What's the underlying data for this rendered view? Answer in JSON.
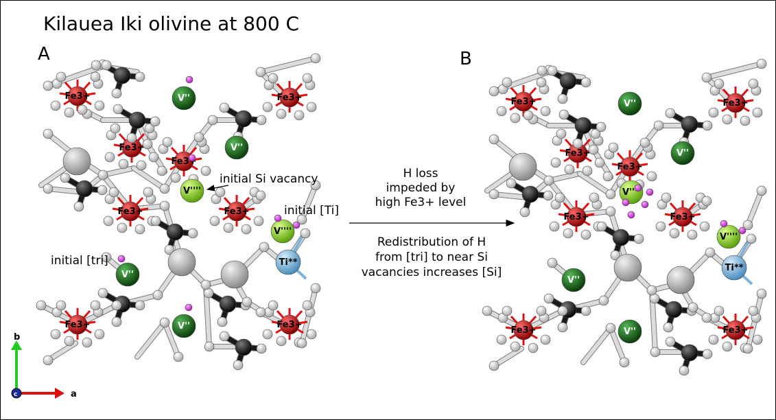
{
  "title": "Kilauea Iki olivine at 800 C",
  "panels": [
    {
      "letter": "A"
    },
    {
      "letter": "B"
    }
  ],
  "annotations": {
    "si_vacancy": "initial Si vacancy",
    "ti": "initial [Ti]",
    "tri": "initial [tri]"
  },
  "arrow_text": {
    "top": [
      "H loss",
      "impeded by",
      "high Fe3+ level"
    ],
    "bottom": [
      "Redistribution of H",
      "from [tri] to near Si",
      "vacancies increases [Si]"
    ]
  },
  "atom_labels": {
    "fe": "Fe3+",
    "v2": "V''",
    "v4": "V''''",
    "ti": "Ti**"
  },
  "axes": {
    "b": "b",
    "a": "a",
    "c": "c"
  },
  "colors": {
    "fe": "#d41414",
    "si": "#222222",
    "o": "#e6e6e6",
    "mg": "#b4b4b4",
    "vacancy_dark": "#1e6e1e",
    "vacancy_light": "#8ad41e",
    "ti": "#7bb4dc",
    "h": "#dc3ce6"
  }
}
